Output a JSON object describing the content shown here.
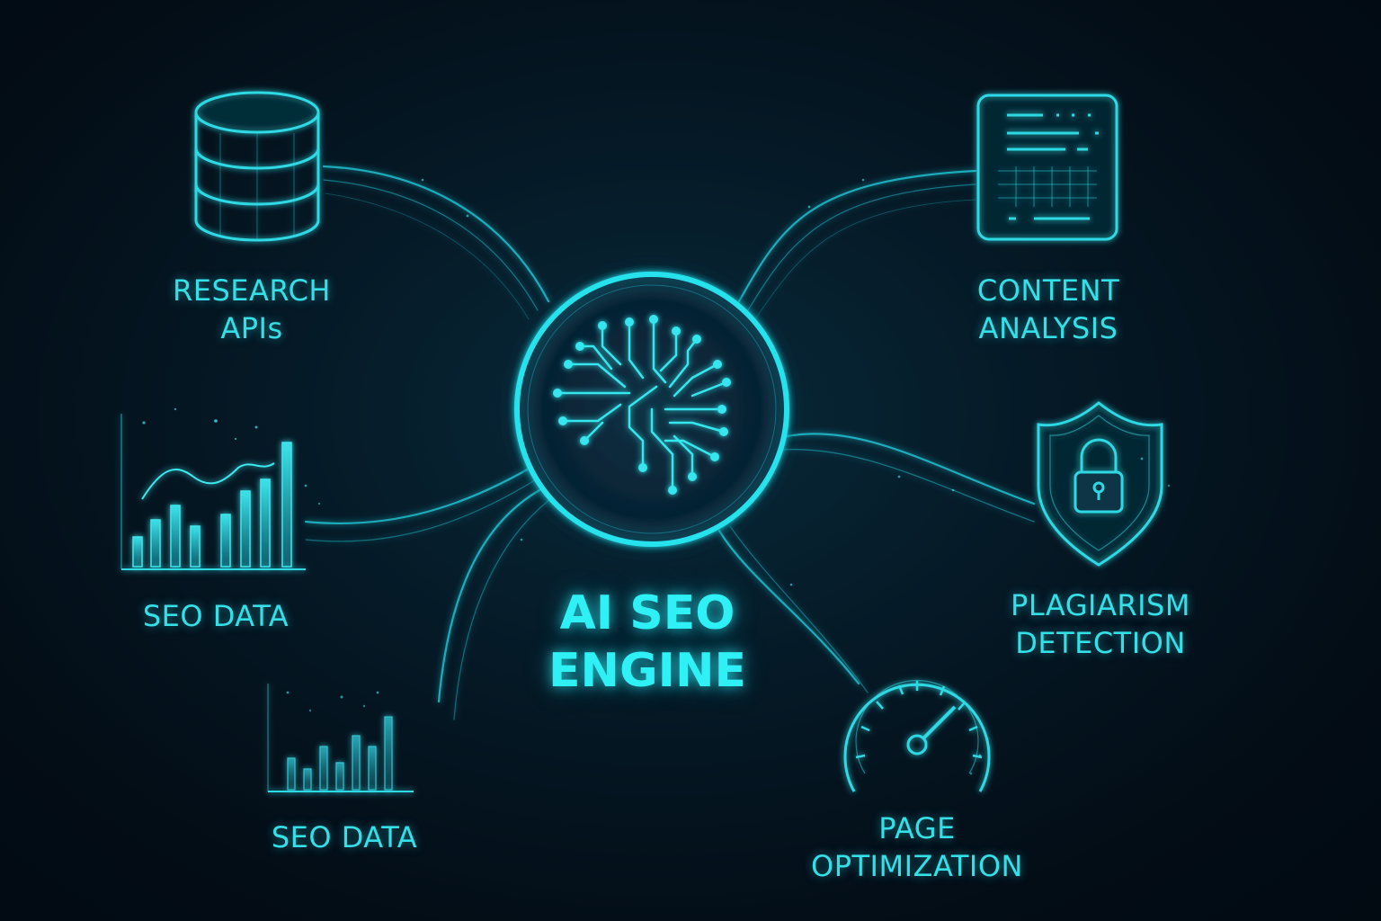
{
  "center": {
    "title_line1": "AI SEO",
    "title_line2": "ENGINE",
    "icon": "brain-circuit-icon"
  },
  "nodes": [
    {
      "id": "research-apis",
      "icon": "database-icon",
      "lines": [
        "RESEARCH",
        "APIs"
      ]
    },
    {
      "id": "seo-data-1",
      "icon": "bar-chart-icon",
      "lines": [
        "SEO DATA"
      ]
    },
    {
      "id": "seo-data-2",
      "icon": "bar-chart-icon",
      "lines": [
        "SEO DATA"
      ]
    },
    {
      "id": "content-analysis",
      "icon": "document-icon",
      "lines": [
        "CONTENT",
        "ANALYSIS"
      ]
    },
    {
      "id": "plagiarism-detection",
      "icon": "shield-lock-icon",
      "lines": [
        "PLAGIARISM",
        "DETECTION"
      ]
    },
    {
      "id": "page-optimization",
      "icon": "speedometer-icon",
      "lines": [
        "PAGE",
        "OPTIMIZATION"
      ]
    }
  ],
  "colors": {
    "background": "#04111b",
    "accent": "#2ee6ee",
    "glow": "#1fc8d8"
  }
}
